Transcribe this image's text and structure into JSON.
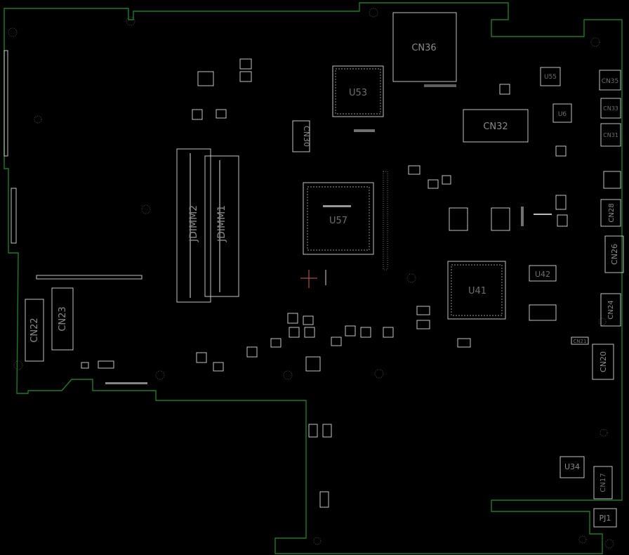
{
  "colors": {
    "background": "#000000",
    "outline": "#1f7a2a",
    "silkscreen": "#d8d8d8",
    "label": "#8a8a8a",
    "crosshair": "#c0606a"
  },
  "components": {
    "cn36": "CN36",
    "u53": "U53",
    "cn30": "CN30",
    "cn32": "CN32",
    "jdimm2": "JDIMM2",
    "jdimm1": "JDIMM1",
    "u57": "U57",
    "u41": "U41",
    "u42": "U42",
    "u55": "U55",
    "u6": "U6",
    "cn31": "CN31",
    "cn33": "CN33",
    "cn35": "CN35",
    "cn28": "CN28",
    "cn26": "CN26",
    "cn24": "CN24",
    "cn21": "CN21",
    "cn20": "CN20",
    "cn22": "CN22",
    "cn23": "CN23",
    "u34": "U34",
    "cn17": "CN17",
    "pj1": "PJ1"
  }
}
